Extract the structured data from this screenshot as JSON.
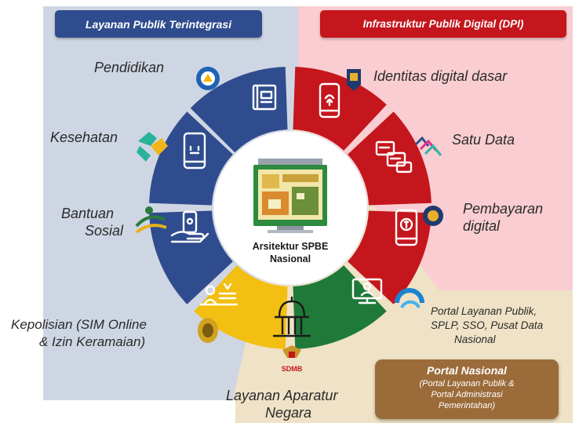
{
  "left_header": "Layanan Publik Terintegrasi",
  "right_header": "Infrastruktur Publik Digital (DPI)",
  "center": {
    "line1": "Arsitektur SPBE",
    "line2": "Nasional"
  },
  "services": {
    "pendidikan": "Pendidikan",
    "kesehatan": "Kesehatan",
    "bantuan_line1": "Bantuan",
    "bantuan_line2": "Sosial",
    "kepolisian_line1": "Kepolisian (SIM Online",
    "kepolisian_line2": "& Izin Keramaian)",
    "aparatur_line1": "Layanan Aparatur",
    "aparatur_line2": "Negara"
  },
  "dpi": {
    "identitas": "Identitas digital dasar",
    "satu_data": "Satu Data",
    "pembayaran_line1": "Pembayaran",
    "pembayaran_line2": "digital",
    "portal_line1": "Portal Layanan Publik,",
    "portal_line2": "SPLP, SSO, Pusat Data",
    "portal_line3": "Nasional"
  },
  "portal_nasional": {
    "title": "Portal Nasional",
    "line1": "(Portal Layanan Publik &",
    "line2": "Portal Administrasi",
    "line3": "Pemerintahan)"
  },
  "logo_text": "SDMB",
  "colors": {
    "navy": "#2f4c8e",
    "red": "#c4161c",
    "green": "#1f7a3a",
    "gold": "#f2bf12",
    "brown": "#9b6c3a",
    "bg_left": "#cfd6e3",
    "bg_right": "#f9cdd1",
    "bg_bottom": "#efe2c6"
  }
}
